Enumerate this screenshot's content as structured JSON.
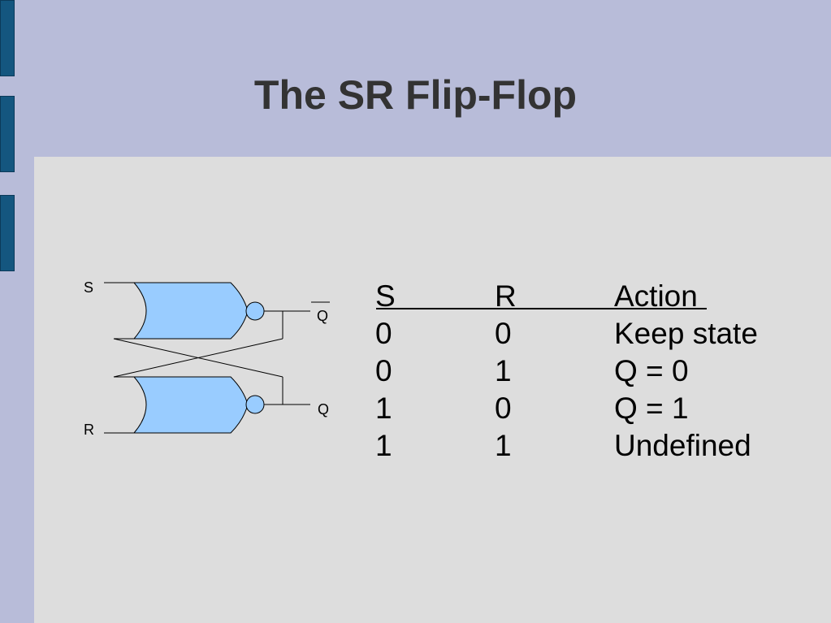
{
  "slide": {
    "title": "The SR Flip-Flop"
  },
  "circuit": {
    "input_s": "S",
    "input_r": "R",
    "output_q_bar": "Q",
    "output_q": "Q",
    "gate_fill": "#99ccff"
  },
  "truth_table": {
    "headers": [
      "S",
      "R",
      "Action"
    ],
    "rows": [
      [
        "0",
        "0",
        "Keep state"
      ],
      [
        "0",
        "1",
        "Q = 0"
      ],
      [
        "1",
        "0",
        "Q = 1"
      ],
      [
        "1",
        "1",
        "Undefined"
      ]
    ]
  },
  "colors": {
    "background": "#b8bcd9",
    "content_panel": "#dddddd",
    "side_bar": "#14567f"
  }
}
